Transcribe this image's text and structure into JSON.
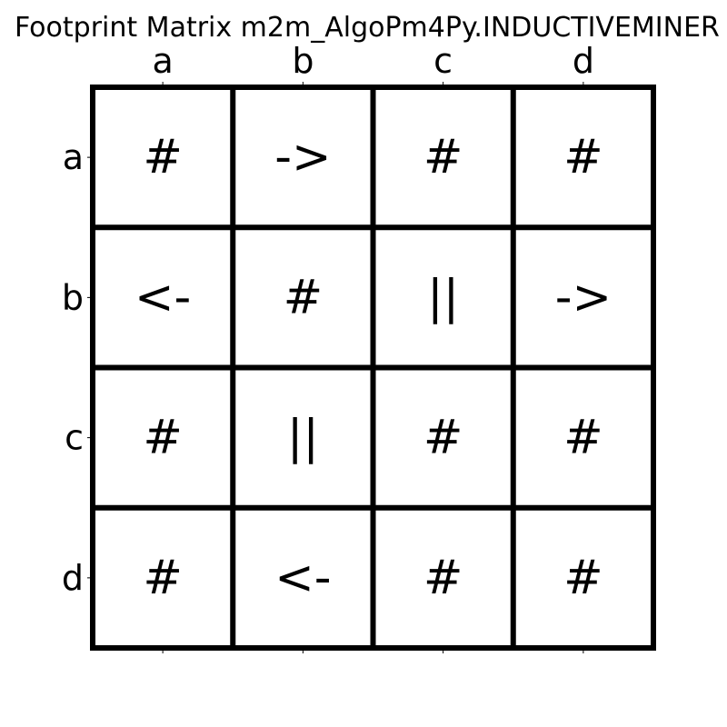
{
  "chart_data": {
    "type": "heatmap",
    "title": "Footprint Matrix m2m_AlgoPm4Py.INDUCTIVEMINER",
    "columns": [
      "a",
      "b",
      "c",
      "d"
    ],
    "rows": [
      "a",
      "b",
      "c",
      "d"
    ],
    "cells": [
      [
        "#",
        "->",
        "#",
        "#"
      ],
      [
        "<-",
        "#",
        "||",
        "->"
      ],
      [
        "#",
        "||",
        "#",
        "#"
      ],
      [
        "#",
        "<-",
        "#",
        "#"
      ]
    ],
    "x_tick_position": "top",
    "grid": true,
    "grid_color": "#000000",
    "cell_color": "#ffffff"
  }
}
